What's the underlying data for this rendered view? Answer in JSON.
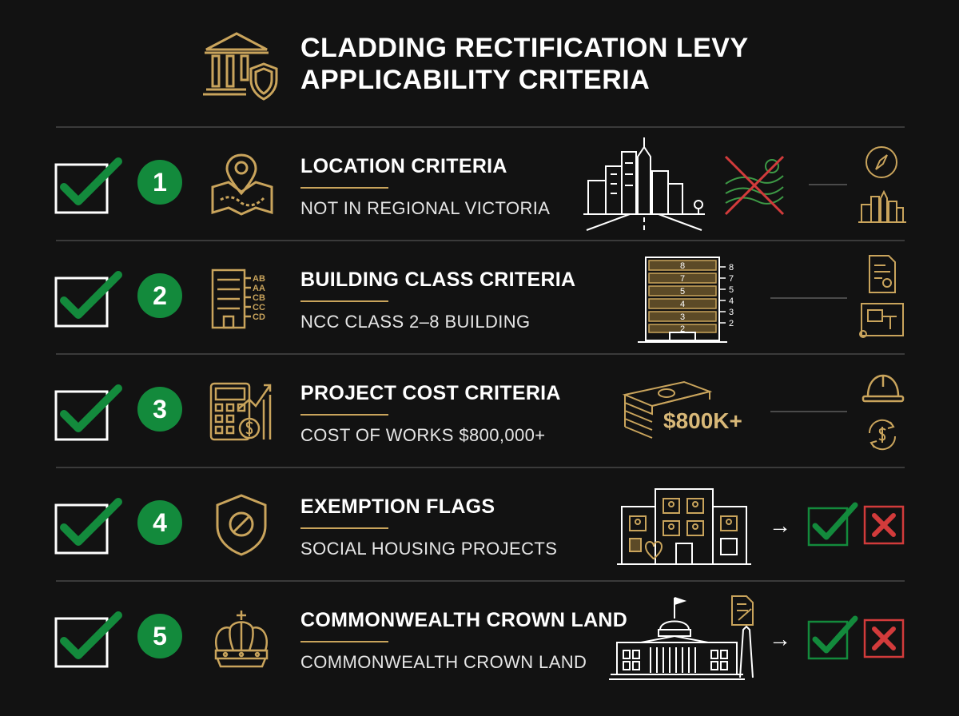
{
  "header": {
    "title_line1": "CLADDING RECTIFICATION LEVY",
    "title_line2": "APPLICABILITY CRITERIA",
    "icon": "courthouse-shield-icon"
  },
  "criteria": [
    {
      "number": "1",
      "title": "LOCATION CRITERIA",
      "description": "NOT IN REGIONAL VICTORIA"
    },
    {
      "number": "2",
      "title": "BUILDING CLASS CRITERIA",
      "description": "NCC CLASS 2–8 BUILDING"
    },
    {
      "number": "3",
      "title": "PROJECT COST CRITERIA",
      "description": "COST OF WORKS $800,000+"
    },
    {
      "number": "4",
      "title": "EXEMPTION FLAGS",
      "description": "SOCIAL HOUSING PROJECTS"
    },
    {
      "number": "5",
      "title": "COMMONWEALTH CROWN LAND",
      "description": "COMMONWEALTH CROWN LAND"
    }
  ],
  "class_icon_labels": [
    "AB",
    "AA",
    "CB",
    "CC",
    "CD"
  ],
  "building_floors": [
    "8",
    "7",
    "5",
    "4",
    "3",
    "2"
  ],
  "floor_scale": [
    "8",
    "7",
    "5",
    "4",
    "3",
    "2"
  ],
  "cost_badge": "$800K+",
  "arrow_symbol": "→",
  "colors": {
    "background": "#121212",
    "accent_gold": "#c9a45c",
    "check_green": "#138a3c",
    "cross_red": "#d23b3b"
  }
}
